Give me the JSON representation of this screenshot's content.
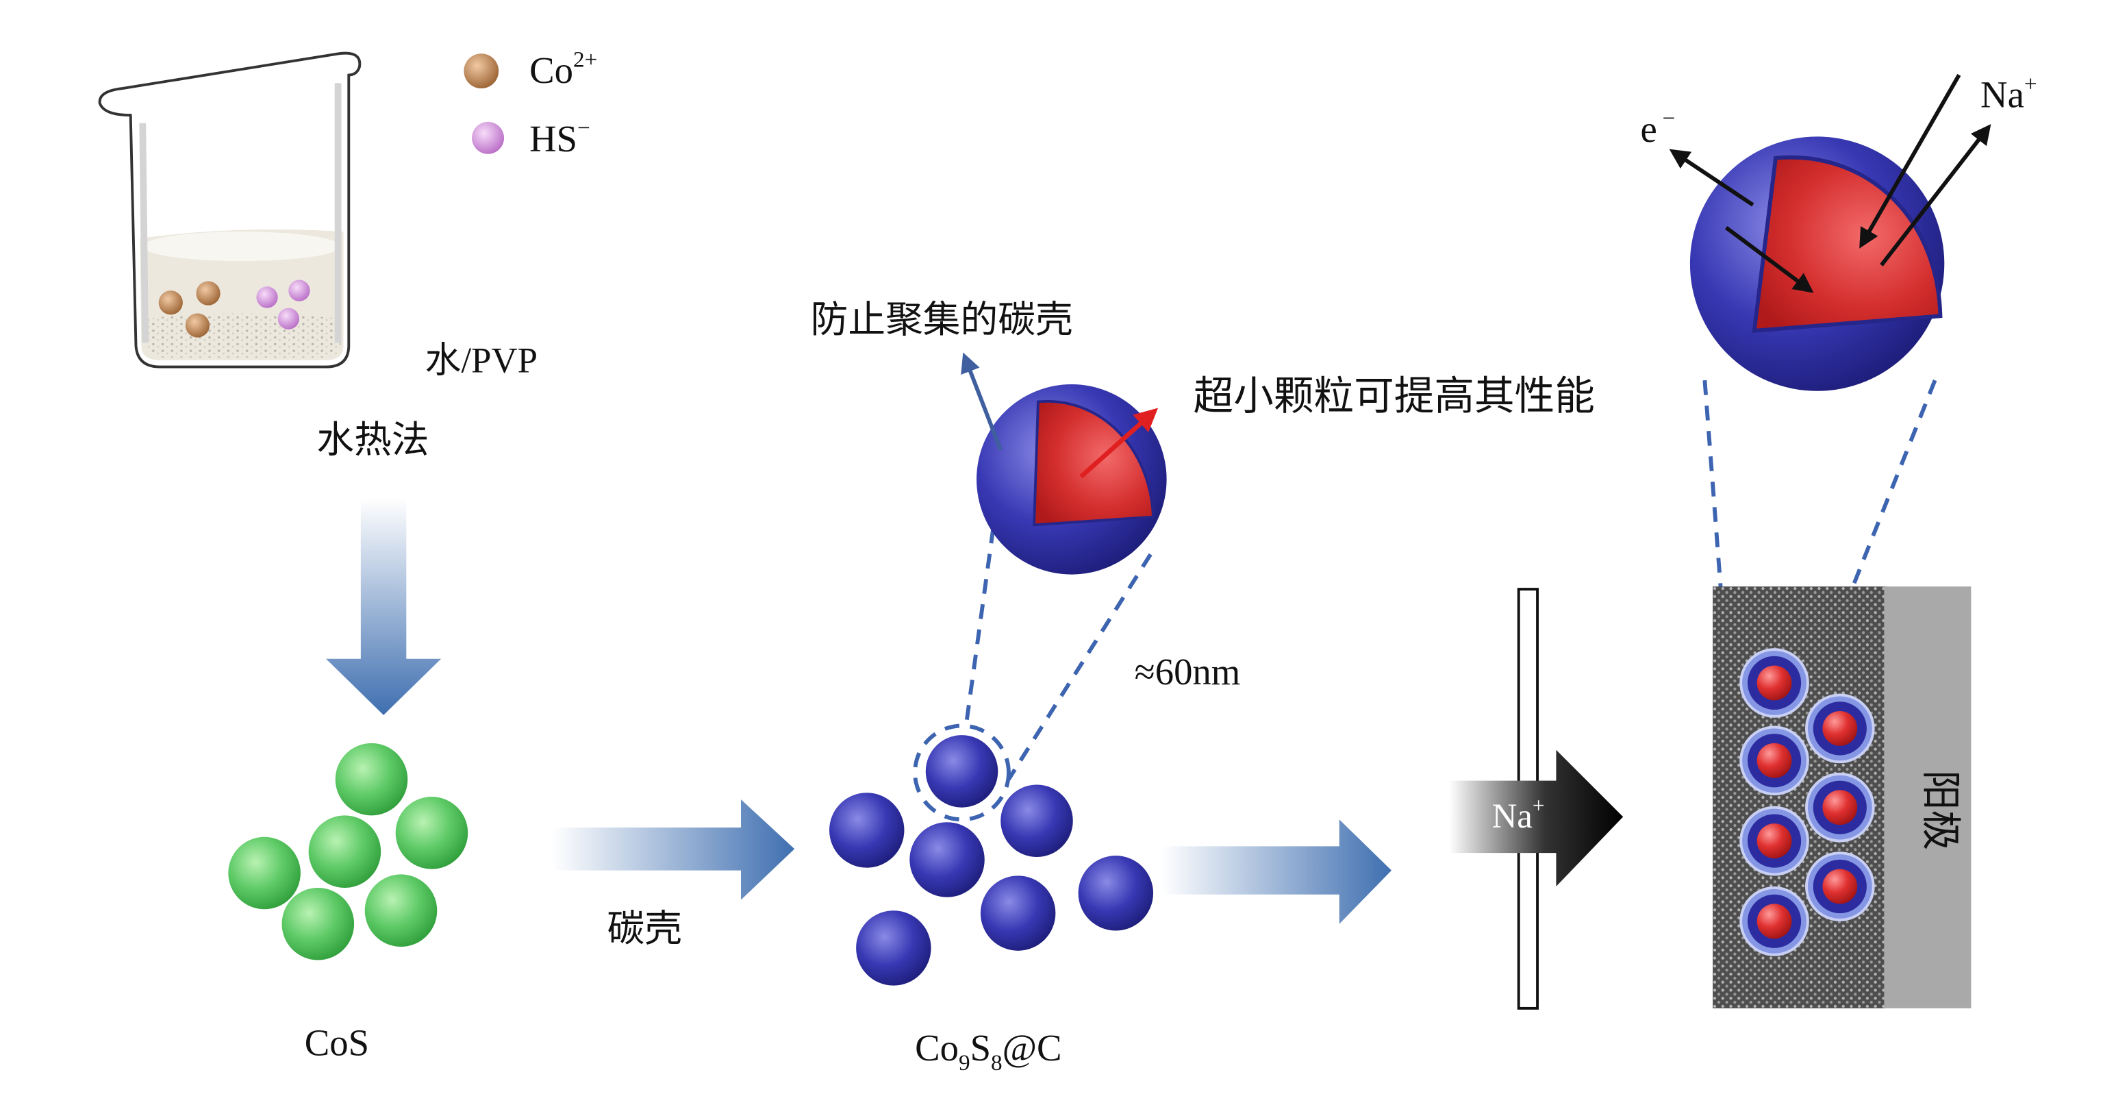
{
  "legend": [
    {
      "base": "Co",
      "sup": "2+",
      "color": "#9a6232"
    },
    {
      "base": "HS",
      "sup": "−",
      "color": "#b86cc6"
    }
  ],
  "synthesis": {
    "solvent_label": "水/PVP",
    "method_label": "水热法"
  },
  "stages": {
    "precursor_label": "CoS",
    "step_label": "碳壳",
    "product_label": {
      "base1": "Co",
      "sub1": "9",
      "base2": "S",
      "sub2": "8",
      "suffix": "@C"
    }
  },
  "callout": {
    "shell_label": "防止聚集的碳壳",
    "core_label": "超小颗粒可提高其性能",
    "size_label": "≈60nm"
  },
  "ion_flow": {
    "base": "Na",
    "sup": "+"
  },
  "electrode": {
    "anode_label": "阳极",
    "electron_label": {
      "base": "e",
      "sup": "−"
    },
    "ion_label": {
      "base": "Na",
      "sup": "+"
    }
  },
  "colors": {
    "cos_sphere": "#2f9e3a",
    "carbon_shell": "#1d1d7a",
    "core": "#b01a1a",
    "process_arrow": "#3f6fb0",
    "dashed_guide": "#3d64b0"
  }
}
